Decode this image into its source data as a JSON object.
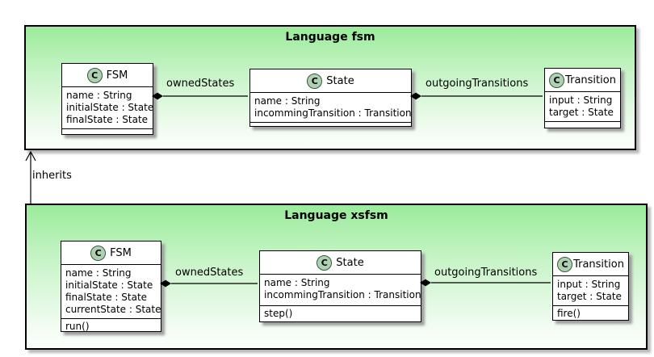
{
  "diagram": {
    "type": "uml-class-diagram",
    "packages": [
      {
        "title": "Language fsm",
        "classes": [
          {
            "icon_letter": "C",
            "name": "FSM",
            "attributes": [
              "name : String",
              "initialState : State",
              "finalState : State"
            ],
            "methods": []
          },
          {
            "icon_letter": "C",
            "name": "State",
            "attributes": [
              "name : String",
              "incommingTransition : Transition"
            ],
            "methods": []
          },
          {
            "icon_letter": "C",
            "name": "Transition",
            "attributes": [
              "input : String",
              "target : State"
            ],
            "methods": []
          }
        ],
        "relations": [
          {
            "label": "ownedStates",
            "from": "FSM",
            "to": "State",
            "type": "composition"
          },
          {
            "label": "outgoingTransitions",
            "from": "State",
            "to": "Transition",
            "type": "composition"
          }
        ]
      },
      {
        "title": "Language xsfsm",
        "classes": [
          {
            "icon_letter": "C",
            "name": "FSM",
            "attributes": [
              "name : String",
              "initialState : State",
              "finalState : State",
              "currentState : State"
            ],
            "methods": [
              "run()"
            ]
          },
          {
            "icon_letter": "C",
            "name": "State",
            "attributes": [
              "name : String",
              "incommingTransition : Transition"
            ],
            "methods": [
              "step()"
            ]
          },
          {
            "icon_letter": "C",
            "name": "Transition",
            "attributes": [
              "input : String",
              "target : State"
            ],
            "methods": [
              "fire()"
            ]
          }
        ],
        "relations": [
          {
            "label": "ownedStates",
            "from": "FSM",
            "to": "State",
            "type": "composition"
          },
          {
            "label": "outgoingTransitions",
            "from": "State",
            "to": "Transition",
            "type": "composition"
          }
        ]
      }
    ],
    "inheritance": {
      "label": "inherits",
      "from": "Language xsfsm",
      "to": "Language fsm",
      "type": "arrow"
    },
    "colors": {
      "package_gradient_top": "#9BEB9B",
      "package_gradient_bottom": "#FBFFFB",
      "class_icon_fill": "#ADD1B2",
      "class_icon_border": "#395939",
      "border": "#000000",
      "shadow": "#9D9D9D"
    }
  }
}
